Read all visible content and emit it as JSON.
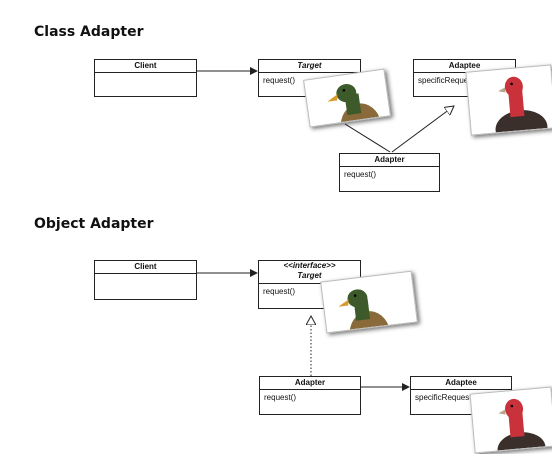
{
  "class_adapter": {
    "title": "Class Adapter",
    "client": {
      "name": "Client"
    },
    "target": {
      "name": "Target",
      "method": "request()"
    },
    "adaptee": {
      "name": "Adaptee",
      "method": "specificRequest()"
    },
    "adapter": {
      "name": "Adapter",
      "method": "request()"
    }
  },
  "object_adapter": {
    "title": "Object Adapter",
    "client": {
      "name": "Client"
    },
    "target": {
      "stereotype": "<<interface>>",
      "name": "Target",
      "method": "request()"
    },
    "adapter": {
      "name": "Adapter",
      "method": "request()"
    },
    "adaptee": {
      "name": "Adaptee",
      "method": "specificRequest()"
    }
  },
  "colors": {
    "line": "#222222",
    "duck_body": "#8a6a3a",
    "duck_head": "#3d5a2a",
    "duck_bill": "#d99a2b",
    "turkey_head": "#c9323a",
    "turkey_body": "#3a2f2a"
  },
  "icons": {
    "duck": "duck-photo",
    "turkey": "turkey-photo"
  }
}
